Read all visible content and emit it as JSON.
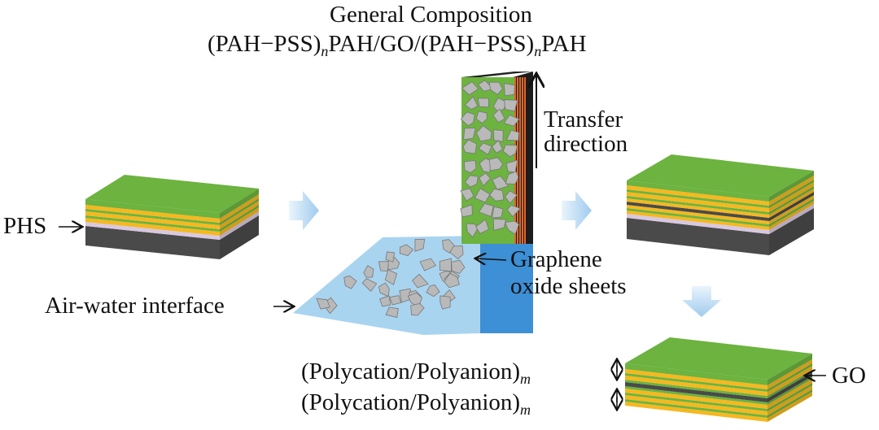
{
  "title": {
    "line1": "General Composition",
    "line2_a": "(PAH−PSS)",
    "line2_n1": "n",
    "line2_b": "PAH/GO/(PAH−PSS)",
    "line2_n2": "n",
    "line2_c": "PAH"
  },
  "labels": {
    "phs": "PHS",
    "transfer_1": "Transfer",
    "transfer_2": "direction",
    "graphene_1": "Graphene",
    "graphene_2": "oxide sheets",
    "air_water": "Air-water interface",
    "polycation_1": "(Polycation/Polyanion)",
    "polycation_2": "(Polycation/Polyanion)",
    "subscript_m": "m",
    "go": "GO"
  },
  "colors": {
    "green": "#6cb33f",
    "yellow": "#f5b820",
    "lilac": "#d8c8e0",
    "dark": "#4a4a4a",
    "water": "#a9d4f0",
    "water_deep": "#3d8fd6",
    "flake": "#b9b9b9",
    "arrow": "#c9e2f5"
  }
}
